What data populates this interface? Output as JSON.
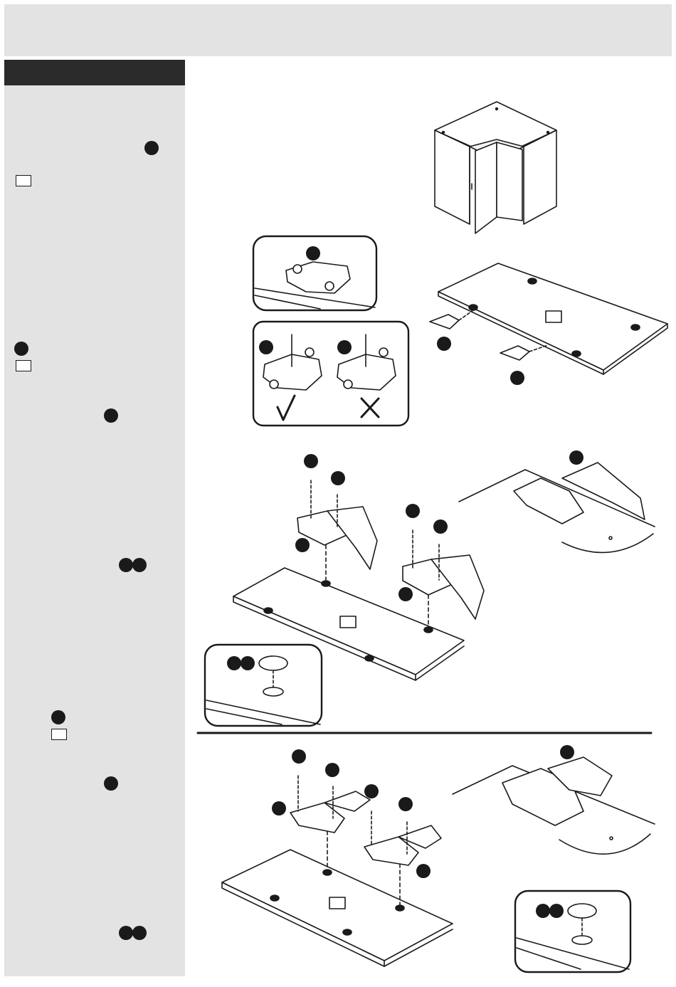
{
  "header": {
    "title": ""
  },
  "sidebar": {
    "title": ""
  },
  "icons": [
    "part-marker-dot",
    "panel-marker-box",
    "check-mark",
    "cross-mark",
    "hinge-cup-cap"
  ],
  "colors": {
    "band": "#e3e3e3",
    "title_bar": "#2b2b2b",
    "ink": "#1a1a1a"
  }
}
